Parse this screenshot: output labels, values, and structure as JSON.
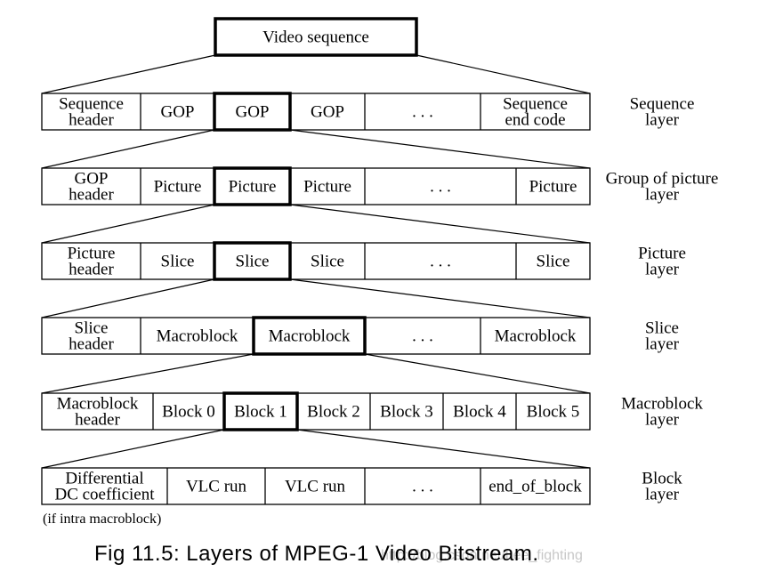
{
  "top_box": "Video sequence",
  "rows": [
    {
      "cells": [
        [
          "Sequence",
          "header"
        ],
        [
          "GOP"
        ],
        [
          "GOP"
        ],
        [
          "GOP"
        ],
        [
          ". . ."
        ],
        [
          "Sequence",
          "end code"
        ]
      ],
      "highlight": 2,
      "layer_label": [
        "Sequence",
        "layer"
      ]
    },
    {
      "cells": [
        [
          "GOP",
          "header"
        ],
        [
          "Picture"
        ],
        [
          "Picture"
        ],
        [
          "Picture"
        ],
        [
          ". . ."
        ],
        [
          "Picture"
        ]
      ],
      "highlight": 2,
      "layer_label": [
        "Group of picture",
        "layer"
      ]
    },
    {
      "cells": [
        [
          "Picture",
          "header"
        ],
        [
          "Slice"
        ],
        [
          "Slice"
        ],
        [
          "Slice"
        ],
        [
          ". . ."
        ],
        [
          "Slice"
        ]
      ],
      "highlight": 2,
      "layer_label": [
        "Picture",
        "layer"
      ]
    },
    {
      "cells": [
        [
          "Slice",
          "header"
        ],
        [
          "Macroblock"
        ],
        [
          "Macroblock"
        ],
        [
          ". . ."
        ],
        [
          "Macroblock"
        ]
      ],
      "highlight": 2,
      "layer_label": [
        "Slice",
        "layer"
      ]
    },
    {
      "cells": [
        [
          "Macroblock",
          "header"
        ],
        [
          "Block 0"
        ],
        [
          "Block 1"
        ],
        [
          "Block 2"
        ],
        [
          "Block 3"
        ],
        [
          "Block 4"
        ],
        [
          "Block 5"
        ]
      ],
      "highlight": 2,
      "layer_label": [
        "Macroblock",
        "layer"
      ]
    },
    {
      "cells": [
        [
          "Differential",
          "DC coefficient"
        ],
        [
          "VLC run"
        ],
        [
          "VLC run"
        ],
        [
          ". . ."
        ],
        [
          "end_of_block"
        ]
      ],
      "highlight": -1,
      "layer_label": [
        "Block",
        "layer"
      ]
    }
  ],
  "note": "(if intra macroblock)",
  "caption": "Fig 11.5: Layers of MPEG-1 Video Bitstream.",
  "watermark": "http://blog.csdn.net/Lee_fighting"
}
